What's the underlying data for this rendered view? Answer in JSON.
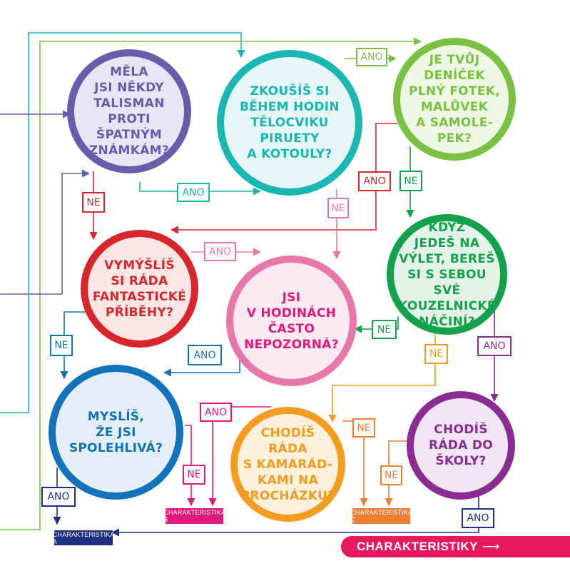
{
  "questions": {
    "q1": "MĚLA\nJSI NĚKDY\nTALISMAN\nPROTI ŠPATNÝM\nZNÁMKÁM?",
    "q2": "ZKOUŠÍŠ SI\nBĚHEM HODIN\nTĚLOCVIKU\nPIRUETY\nA KOTOULY?",
    "q3": "JE TVŮJ\nDENÍČEK\nPLNÝ FOTEK,\nMALŮVEK\nA SAMOLE-\nPEK?",
    "q4": "VYMÝŠLÍŠ\nSI RÁDA\nFANTASTICKÉ\nPŘÍBĚHY?",
    "q5": "JSI\nV HODINÁCH\nČASTO\nNEPOZORNÁ?",
    "q6": "KDYŽ\nJEDEŠ NA\nVÝLET, BEREŠ\nSI S SEBOU SVÉ\nKOUZELNICKÉ\nNÁČINÍ?",
    "q7": "MYSLÍŠ,\nŽE JSI\nSPOLEHLIVÁ?",
    "q8": "CHODÍŠ\nRÁDA\nS KAMARÁD-\nKAMI NA\nPROCHÁZKU?",
    "q9": "CHODÍŠ\nRÁDA DO\nŠKOLY?"
  },
  "labels": {
    "ano_q2_q3": "ANO",
    "ano_q1_q2": "ANO",
    "ne_q1": "NE",
    "ano_q3": "ANO",
    "ne_q3": "NE",
    "ne_q2": "NE",
    "ano_q4_q5": "ANO",
    "ne_q4": "NE",
    "ne_q6": "NE",
    "ano_q5_q7": "ANO",
    "ne_q5_q8": "NE",
    "ano_q6": "ANO",
    "ano_q7_b": "ANO",
    "ne_q7": "NE",
    "ne_q8": "NE",
    "ne_q9": "NE",
    "ano_q7": "ANO",
    "ano_q9": "ANO"
  },
  "results": {
    "a": "CHARAKTERISTIKA A",
    "b": "CHARAKTERISTIKA B",
    "c": "CHARAKTERISTIKA C"
  },
  "banner": {
    "text": "CHARAKTERISTIKY",
    "arrow": "⟶"
  },
  "colors": {
    "purple_blue": "#6a5cab",
    "teal": "#19b7b2",
    "lime": "#7ac143",
    "red": "#d7262c",
    "pink": "#e877a9",
    "green": "#13a14b",
    "blue": "#1173bb",
    "orange": "#f39c1f",
    "purple": "#8b2c93",
    "magenta": "#e3187c",
    "navy": "#1f2f82",
    "banner": "#e8195f"
  }
}
